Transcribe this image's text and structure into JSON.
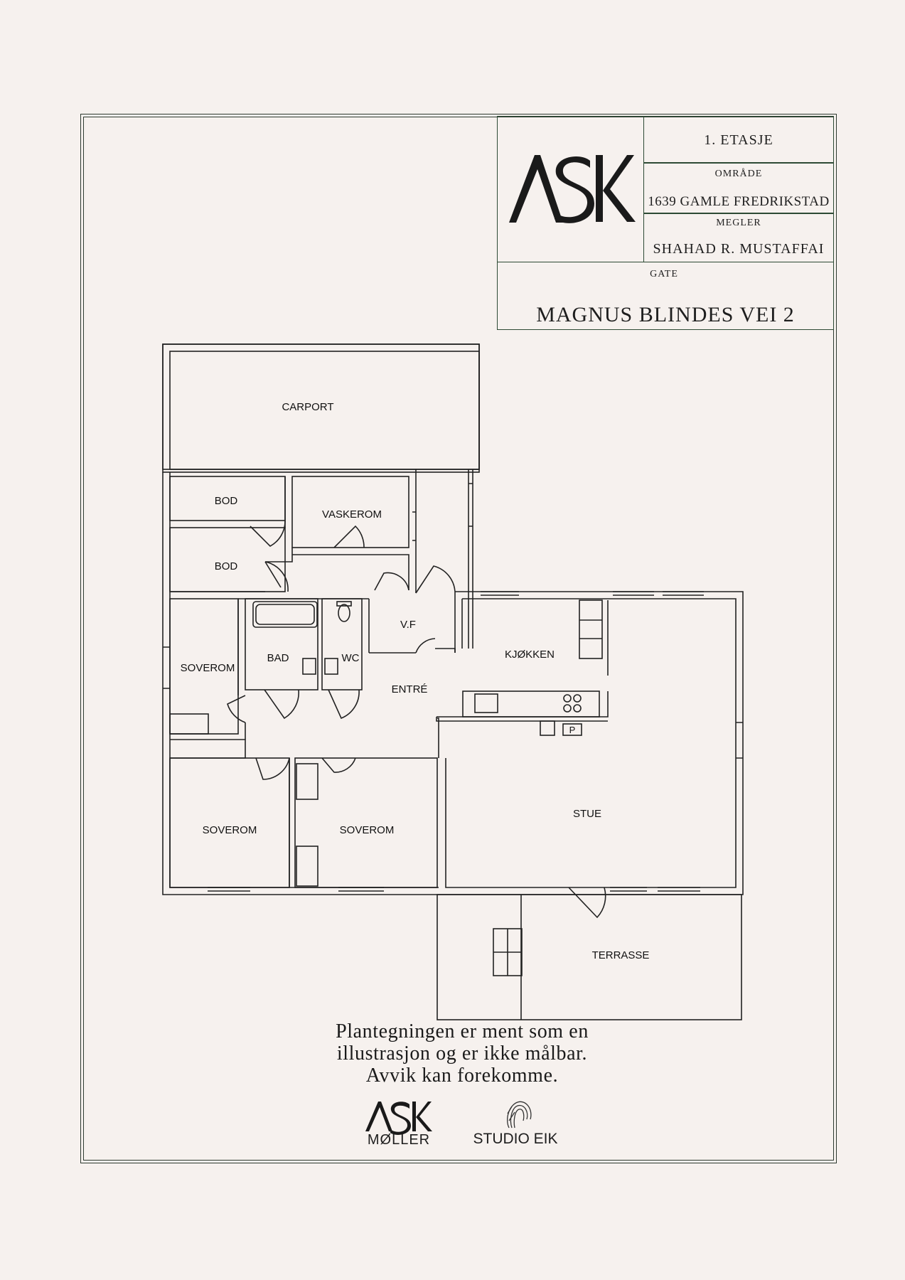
{
  "title_block": {
    "floor": "1. ETASJE",
    "area_label": "OMRÅDE",
    "area_value": "1639 GAMLE FREDRIKSTAD",
    "broker_label": "MEGLER",
    "broker_value": "SHAHAD R. MUSTAFFAI",
    "street_label": "GATE",
    "street_value": "MAGNUS BLINDES VEI 2",
    "logo": "ASK"
  },
  "rooms": {
    "carport": "CARPORT",
    "bod1": "BOD",
    "bod2": "BOD",
    "vaskerom": "VASKEROM",
    "soverom1": "SOVEROM",
    "bad": "BAD",
    "wc": "WC",
    "vf": "V.F",
    "kjokken": "KJØKKEN",
    "entre": "ENTRÉ",
    "soverom2": "SOVEROM",
    "soverom3": "SOVEROM",
    "stue": "STUE",
    "terrasse": "TERRASSE",
    "parking_symbol": "P"
  },
  "disclaimer": {
    "line1": "Plantegningen er ment som en",
    "line2": "illustrasjon og er ikke målbar.",
    "line3": "Avvik kan forekomme."
  },
  "footer_logos": {
    "ask_mark": "ASK",
    "ask_name": "MØLLER",
    "studio": "STUDIO EIK"
  },
  "colors": {
    "background": "#f6f1ee",
    "frame": "#2d3a30",
    "ink": "#1e1e1e"
  }
}
